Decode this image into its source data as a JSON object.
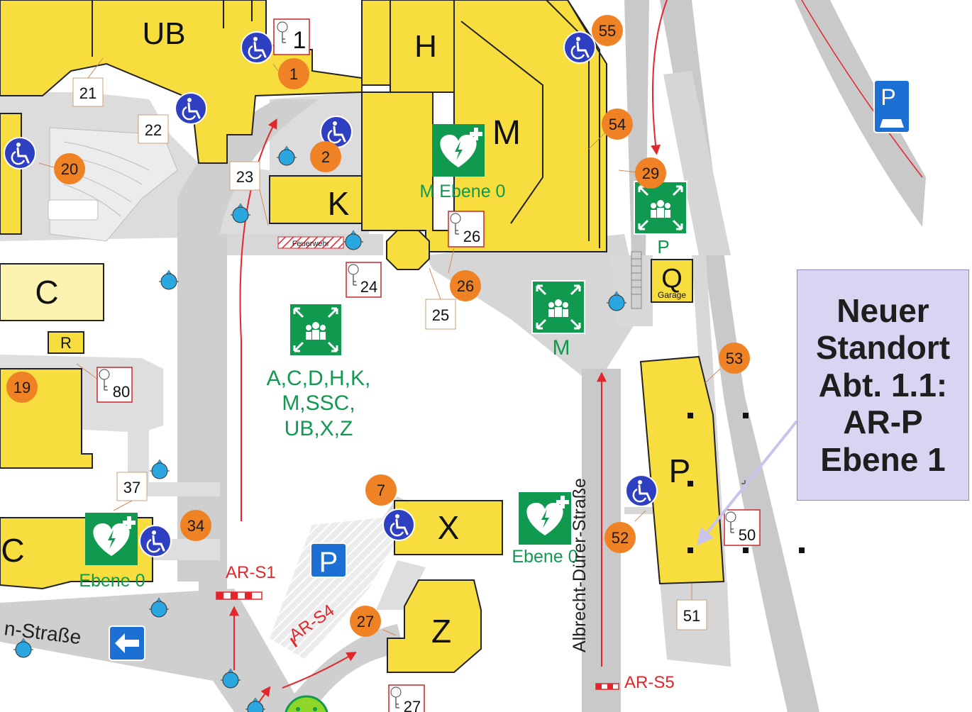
{
  "buildings": {
    "ub": "UB",
    "h": "H",
    "m": "M",
    "k": "K",
    "c1": "C",
    "c2": "C",
    "r": "R",
    "x": "X",
    "z": "Z",
    "p": "P",
    "q": "Q",
    "q_sub": "Garage"
  },
  "aed_labels": {
    "m": "M Ebene 0",
    "x": "Ebene 0",
    "c": "Ebene 0"
  },
  "assembly_labels": {
    "main": [
      "A,C,D,H,K,",
      "M,SSC,",
      "UB,X,Z"
    ],
    "m": "M",
    "p": "P"
  },
  "orange_markers": [
    "1",
    "2",
    "7",
    "19",
    "20",
    "26",
    "27",
    "29",
    "34",
    "52",
    "53",
    "54",
    "55"
  ],
  "box_labels": [
    "21",
    "22",
    "23",
    "25",
    "37",
    "51"
  ],
  "key_labels": [
    "1",
    "24",
    "26",
    "80",
    "50",
    "27"
  ],
  "barriers": {
    "s1": "AR-S1",
    "s4": "AR-S4",
    "s5": "AR-S5"
  },
  "feuerwehr": "Feuerwehr",
  "streets": {
    "albrecht": "Albrecht-Dürer-Straße",
    "left": "n-Straße"
  },
  "callout": [
    "Neuer",
    "Standort",
    "Abt. 1.1:",
    "AR-P",
    "Ebene 1"
  ],
  "colors": {
    "building": "#f7dd3d",
    "building_light": "#fdf3b0",
    "road": "#c9c9c9",
    "plaza": "#e4e4e4",
    "marker_orange": "#f08226",
    "wheelchair_blue": "#2f3fc1",
    "aed_green": "#0f9a4f",
    "arrow_red": "#e3262b",
    "hydrant_blue": "#2aa7e1",
    "callout_bg": "#d9d4f2"
  }
}
